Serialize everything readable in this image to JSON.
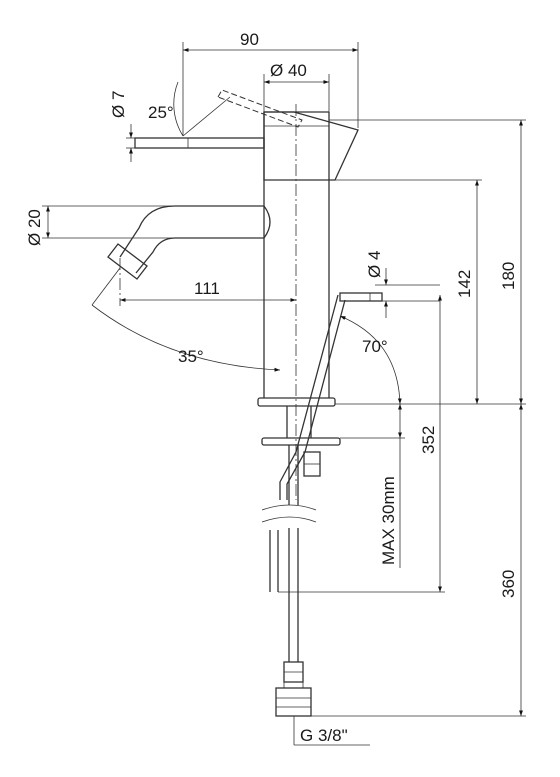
{
  "dimensions": {
    "width_90": "90",
    "dia_40": "Ø 40",
    "dia_7": "Ø 7",
    "angle_25": "25°",
    "dia_20": "Ø 20",
    "dim_111": "111",
    "angle_35": "35°",
    "dia_4": "Ø 4",
    "angle_70": "70°",
    "dim_142": "142",
    "dim_180": "180",
    "dim_352": "352",
    "max_30mm": "MAX 30mm",
    "dim_360": "360",
    "thread_g38": "G 3/8\""
  },
  "colors": {
    "line": "#333333",
    "text": "#1a1a1a",
    "background": "#ffffff"
  }
}
